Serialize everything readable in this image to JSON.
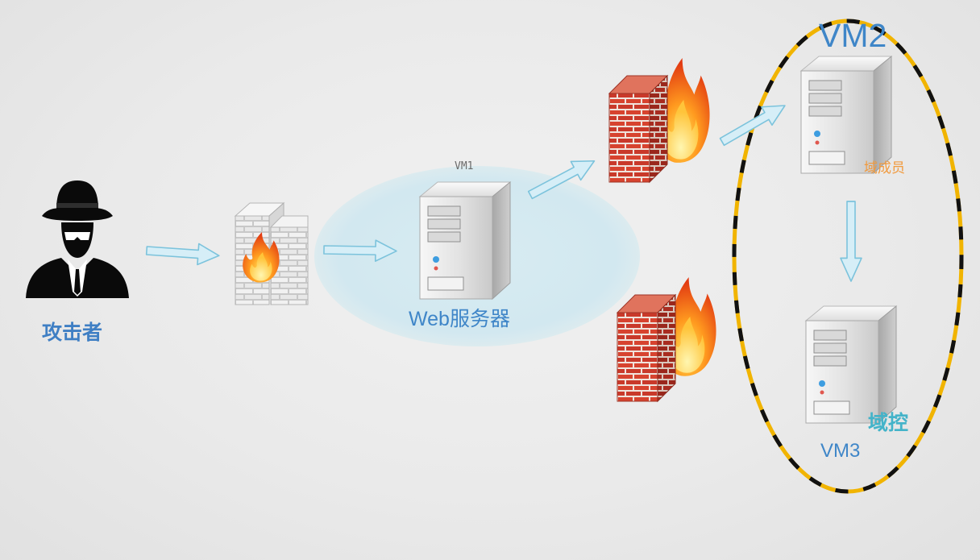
{
  "labels": {
    "attacker": "攻击者",
    "vm1": "VM1",
    "web_server": "Web服务器",
    "vm2": "VM2",
    "domain_member": "域成员",
    "domain_controller": "域控",
    "vm3": "VM3"
  },
  "icons": {
    "attacker": "hacker-icon",
    "perimeter_firewall": "white-firewall-icon",
    "inner_firewall_top": "red-firewall-icon",
    "inner_firewall_bottom": "red-firewall-icon",
    "web_server": "server-icon",
    "member_server": "server-icon",
    "dc_server": "server-icon"
  },
  "colors": {
    "label_blue": "#3f86c8",
    "label_orange": "#f19a3e",
    "label_cyan": "#43b3c9",
    "arrow_fill": "#d6eef7",
    "arrow_stroke": "#7cc3dc",
    "zone_fill": "#d3e9f0",
    "ring_yellow": "#f1b400",
    "ring_black": "#111111",
    "brick_red": "#d7432f"
  }
}
